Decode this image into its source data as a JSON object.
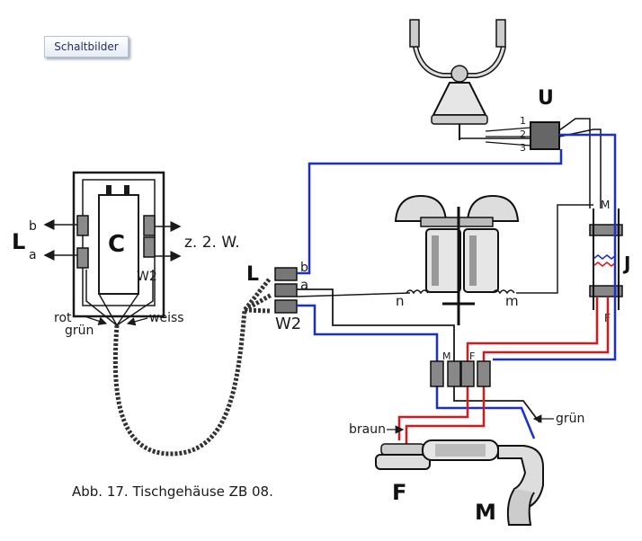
{
  "badge": {
    "label": "Schaltbilder"
  },
  "caption": "Abb. 17.   Tischgehäuse ZB 08.",
  "labels": {
    "capacitor": "C",
    "line": "L",
    "line_b": "b",
    "line_a": "a",
    "z2w": "z. 2. W.",
    "w2_left": "W2",
    "w2_terminal": "W2",
    "term_L": "L",
    "term_b": "b",
    "term_a": "a",
    "rot": "rot",
    "gruen_left": "grün",
    "weiss": "weiss",
    "switch": "U",
    "sw_1": "1",
    "sw_2": "2",
    "sw_3": "3",
    "jack": "J",
    "jack_M": "M",
    "jack_F": "F",
    "coil_n": "n",
    "coil_m": "m",
    "block_M": "M",
    "block_F": "F",
    "braun": "braun",
    "gruen_right": "grün",
    "receiver": "F",
    "mouthpiece": "M"
  },
  "colors": {
    "blue": "#1a2fd0",
    "red": "#d41a1a",
    "black": "#1a1a1a"
  }
}
